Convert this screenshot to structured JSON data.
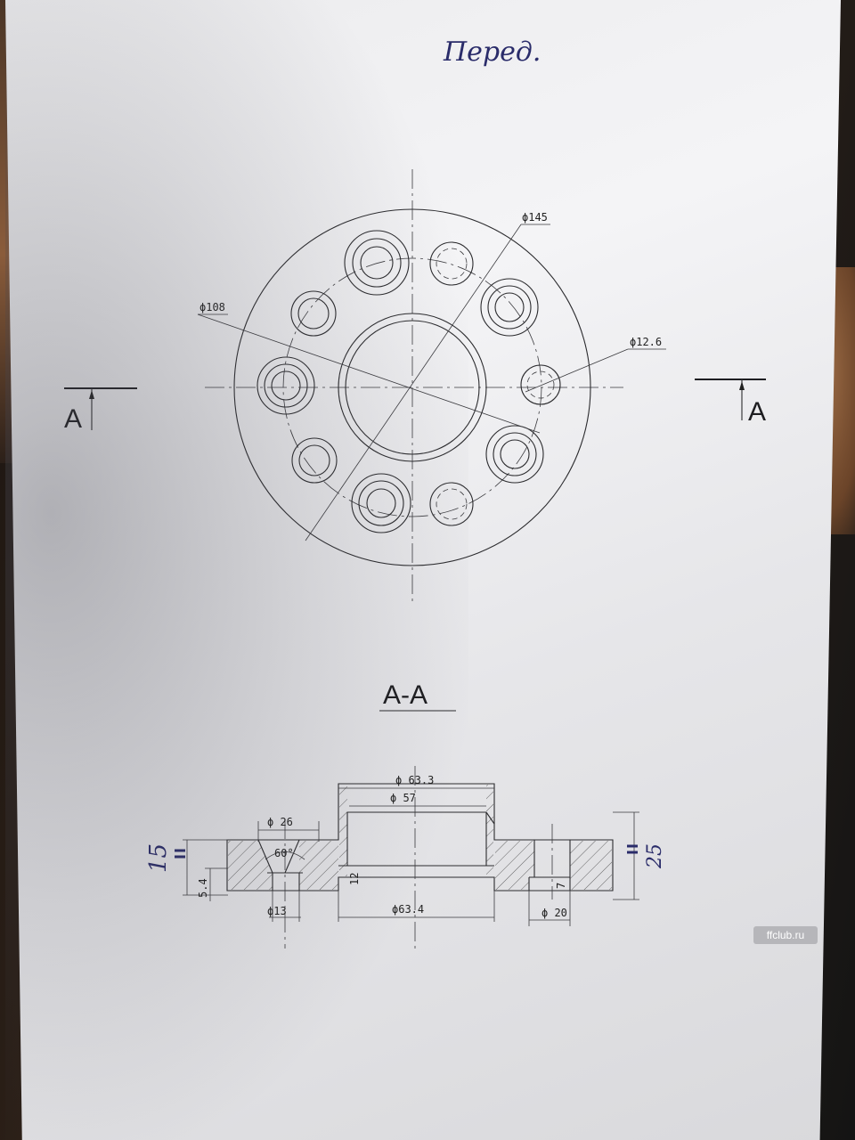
{
  "handwritten": {
    "title": "Перед.",
    "dim_left": "15",
    "dim_right": "25"
  },
  "plan_view": {
    "diameters": {
      "outer": "ϕ145",
      "bolt_circle": "ϕ108",
      "hole": "ϕ12.6"
    }
  },
  "section_markers": {
    "left": "A",
    "right": "A"
  },
  "section_view": {
    "title": "A-A",
    "dims": {
      "top_outer": "ϕ 63.3",
      "top_inner": "ϕ 57",
      "counterbore": "ϕ 26",
      "angle": "60°",
      "depth_left": "5.4",
      "through_hole": "ϕ13",
      "hub_height": "12",
      "bottom_bore": "ϕ63.4",
      "pocket": "ϕ 20",
      "pocket_depth": "7"
    }
  },
  "watermark": "ffclub.ru"
}
